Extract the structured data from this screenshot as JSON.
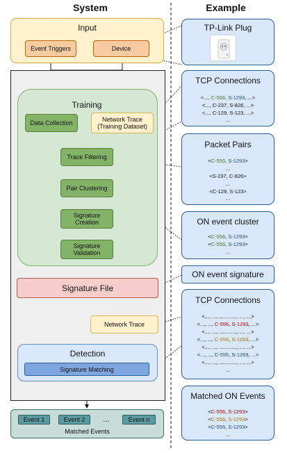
{
  "headers": {
    "system": "System",
    "example": "Example"
  },
  "input": {
    "title": "Input",
    "event_triggers": "Event Triggers",
    "device": "Device"
  },
  "training": {
    "title": "Training",
    "data_collection": "Data Collection",
    "network_trace_1": "Network Trace",
    "network_trace_2": "(Training Dataset)",
    "trace_filtering": "Trace Filtering",
    "pair_clustering": "Pair Clustering",
    "signature_creation_1": "Signature",
    "signature_creation_2": "Creation",
    "signature_validation_1": "Signature",
    "signature_validation_2": "Validation"
  },
  "signature_file": "Signature File",
  "network_trace": "Network Trace",
  "detection": {
    "title": "Detection",
    "signature_matching": "Signature Matching"
  },
  "matched_events": {
    "title": "Matched Events",
    "event1": "Event 1",
    "event2": "Event 2",
    "ellipsis": "...",
    "eventn": "Event n"
  },
  "examples": {
    "tplink": {
      "title": "TP-Link Plug"
    },
    "tcp1": {
      "title": "TCP Connections",
      "l1a": "<..., ",
      "l1b": "C-556",
      "l1c": ", ",
      "l1d": "S-1293",
      "l1e": ", ...>",
      "l2": "<..., C-237, S-826, ...>",
      "l3": "<..., C-129, S-123, ...>",
      "l4": "..."
    },
    "pairs": {
      "title": "Packet Pairs",
      "l1a": "<",
      "l1b": "C-556",
      "l1c": ", ",
      "l1d": "S-1293",
      "l1e": ">",
      "l2": "...",
      "l3": "<S-237, C-826>",
      "l4": "...",
      "l5": "<C-129, S-123>",
      "l6": "..."
    },
    "cluster": {
      "title": "ON event cluster",
      "l1a": "<",
      "l1b": "C-556",
      "l1c": ", ",
      "l1d": "S-1293",
      "l1e": ">",
      "l3": "..."
    },
    "signature": {
      "title": "ON event signature"
    },
    "tcp2": {
      "title": "TCP Connections",
      "r1": "<..., ..., ............, ..., ...>",
      "r2a": "<..., ..., ",
      "r2b": "C-556",
      "r2c": ", ",
      "r2d": "S-1293",
      "r2e": ", ...>",
      "r3": "<..., ..., ............, ..., ...>",
      "r4a": "<..., ..., ",
      "r4b": "C-556",
      "r4c": ", ",
      "r4d": "S-1293",
      "r4e": ", ...>",
      "r5": "<..., ..., ............, ..., ...>",
      "r6a": "<..., ..., ",
      "r6b": "C-556",
      "r6c": ", ",
      "r6d": "S-1293",
      "r6e": ", ...>",
      "r7": "<..., ..., ............, ..., ...>",
      "r8": "..."
    },
    "matched": {
      "title": "Matched ON Events",
      "a1": "<",
      "b1": "C-556",
      "c1": ", ",
      "d1": "S-1293",
      "e1": ">",
      "a2": "<",
      "b2": "C-556",
      "c2": ", ",
      "d2": "S-1293",
      "e2": ">",
      "a3": "<",
      "b3": "C-556",
      "c3": ", ",
      "d3": "S-1293",
      "e3": ">",
      "end": "..."
    }
  }
}
